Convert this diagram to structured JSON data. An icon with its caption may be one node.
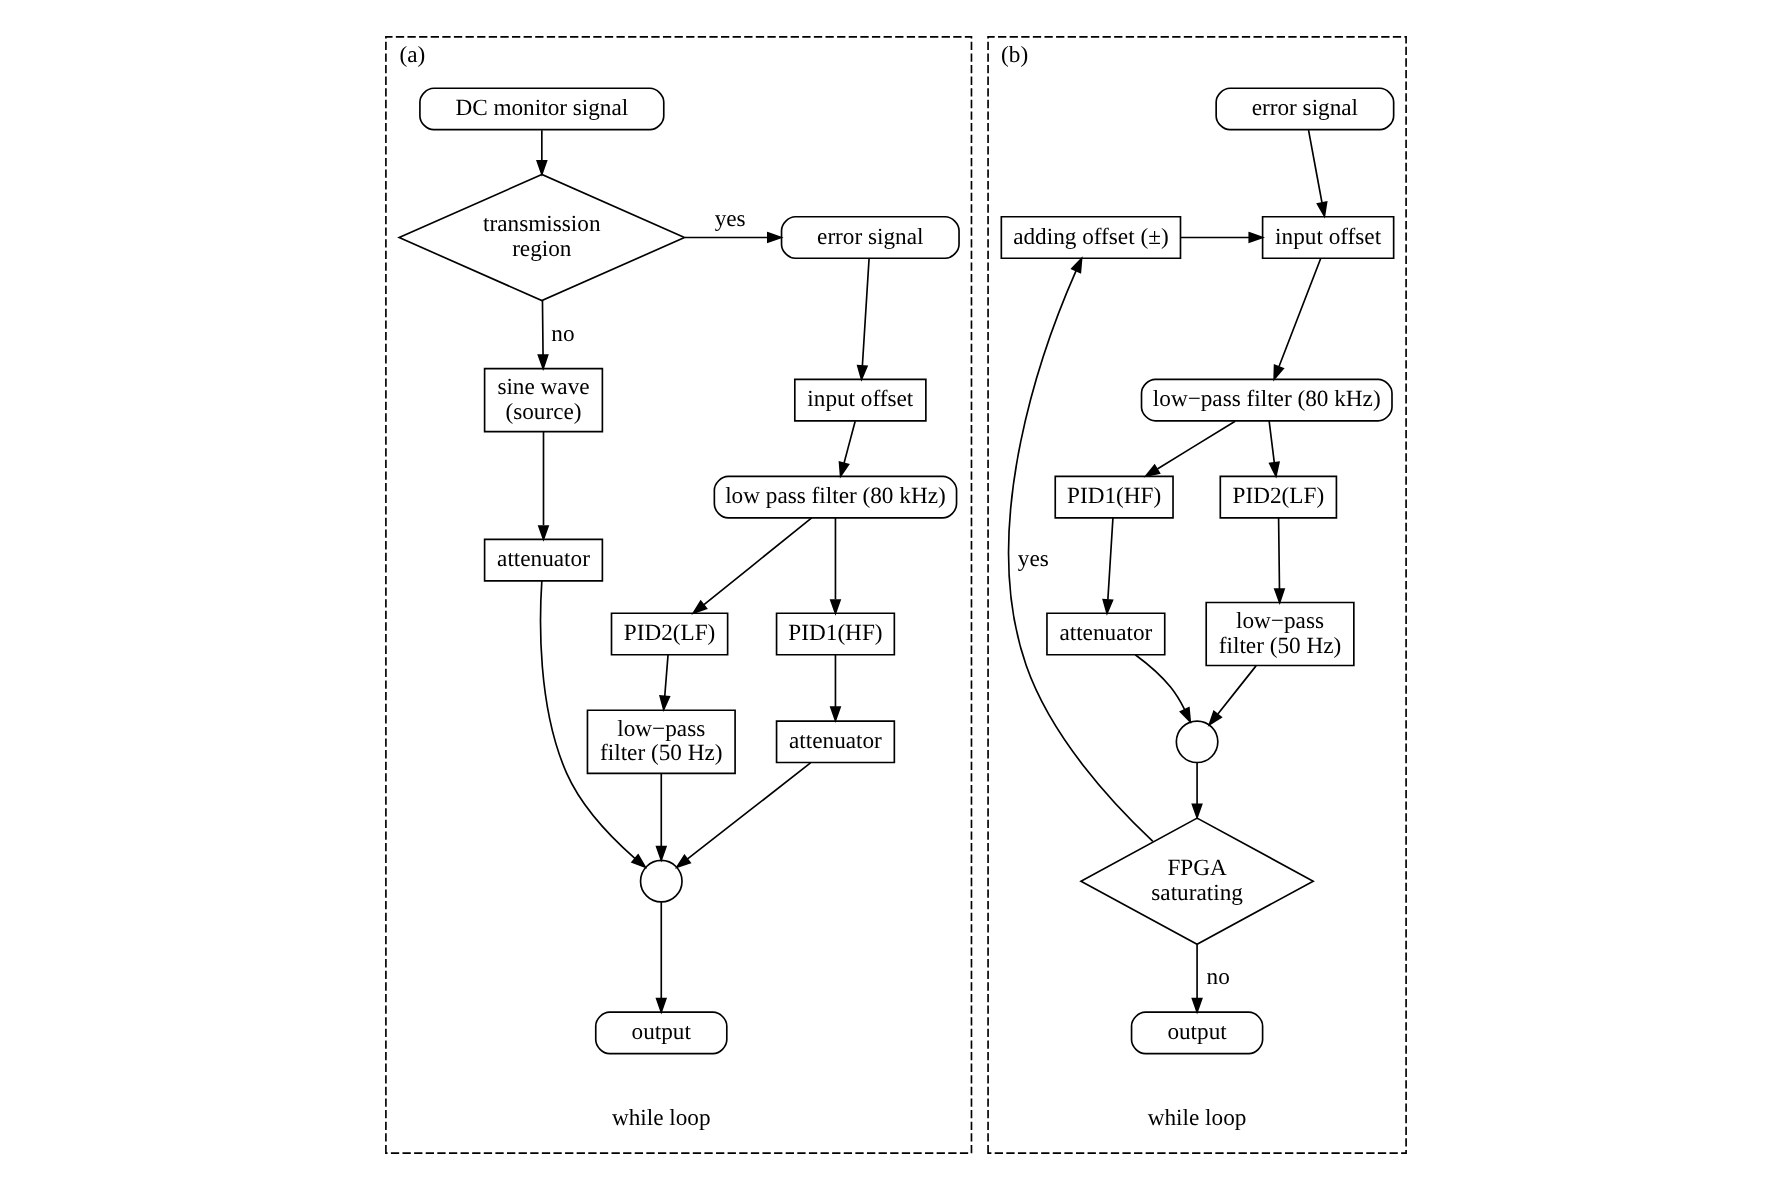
{
  "diagram": {
    "nodes": [
      {
        "text": [
          "(a)",
          "while loop"
        ]
      },
      {
        "text": [
          "DC monitor signal"
        ],
        "in": 0
      },
      {
        "text": [
          "transmission region"
        ],
        "in": 0
      },
      {
        "text": [
          "error signal"
        ],
        "in": 0
      },
      {
        "text": [
          "input offset"
        ],
        "in": 0
      },
      {
        "text": [
          "low pass filter (80 kHz)"
        ],
        "in": 0
      },
      {
        "text": [
          "PID1(HF)"
        ],
        "in": 0
      },
      {
        "text": [
          "PID2(LF)"
        ],
        "in": 0
      },
      {
        "text": [
          "sine wave (source)"
        ],
        "in": 0
      },
      {
        "text": [
          "attenuator"
        ],
        "in": 0
      },
      {
        "text": [
          "low−pass filter (50 Hz)"
        ],
        "in": 0
      },
      {
        "text": [
          "attenuator"
        ],
        "in": 0
      },
      {
        "text": [],
        "shape": "circle",
        "in": 0
      },
      {
        "text": [
          "output"
        ],
        "in": 0
      },
      {
        "text": [
          "(b)",
          "while loop"
        ]
      },
      {
        "text": [
          "error signal"
        ],
        "in": 14
      },
      {
        "text": [
          "adding offset (±)"
        ],
        "in": 14
      },
      {
        "text": [
          "input offset"
        ],
        "in": 14
      },
      {
        "text": [
          "low−pass filter (80 kHz)"
        ],
        "in": 14
      },
      {
        "text": [
          "PID1(HF)"
        ],
        "in": 14
      },
      {
        "text": [
          "PID2(LF)"
        ],
        "in": 14
      },
      {
        "text": [
          "attenuator"
        ],
        "in": 14
      },
      {
        "text": [
          "low−pass filter (50 Hz)"
        ],
        "in": 14
      },
      {
        "text": [],
        "shape": "circle",
        "in": 14
      },
      {
        "text": [
          "FPGA saturating"
        ],
        "in": 14
      },
      {
        "text": [
          "output"
        ],
        "in": 14
      }
    ],
    "edges": [
      {
        "from": 1,
        "to": 2,
        "arrow": "to"
      },
      {
        "from": 2,
        "to": 3,
        "arrow": "to",
        "label": "yes"
      },
      {
        "from": 2,
        "to": 8,
        "arrow": "to",
        "label": "no"
      },
      {
        "from": 3,
        "to": 4,
        "arrow": "to"
      },
      {
        "from": 4,
        "to": 5,
        "arrow": "to"
      },
      {
        "from": 5,
        "to": 6,
        "arrow": "to"
      },
      {
        "from": 5,
        "to": 7,
        "arrow": "to"
      },
      {
        "from": 6,
        "to": 9,
        "arrow": "to"
      },
      {
        "from": 7,
        "to": 10,
        "arrow": "to"
      },
      {
        "from": 8,
        "to": 11,
        "arrow": "to"
      },
      {
        "from": 9,
        "to": 12,
        "arrow": "to"
      },
      {
        "from": 10,
        "to": 12,
        "arrow": "to"
      },
      {
        "from": 11,
        "to": 12,
        "arrow": "to"
      },
      {
        "from": 12,
        "to": 13,
        "arrow": "to"
      },
      {
        "from": 15,
        "to": 17,
        "arrow": "to"
      },
      {
        "from": 16,
        "to": 17,
        "arrow": "to"
      },
      {
        "from": 17,
        "to": 18,
        "arrow": "to"
      },
      {
        "from": 18,
        "to": 19,
        "arrow": "to"
      },
      {
        "from": 18,
        "to": 20,
        "arrow": "to"
      },
      {
        "from": 19,
        "to": 21,
        "arrow": "to"
      },
      {
        "from": 20,
        "to": 22,
        "arrow": "to"
      },
      {
        "from": 21,
        "to": 23,
        "arrow": "to"
      },
      {
        "from": 22,
        "to": 23,
        "arrow": "to"
      },
      {
        "from": 23,
        "to": 24,
        "arrow": "to"
      },
      {
        "from": 24,
        "to": 16,
        "arrow": "to",
        "label": "yes"
      },
      {
        "from": 24,
        "to": 25,
        "arrow": "to",
        "label": "no"
      }
    ]
  }
}
